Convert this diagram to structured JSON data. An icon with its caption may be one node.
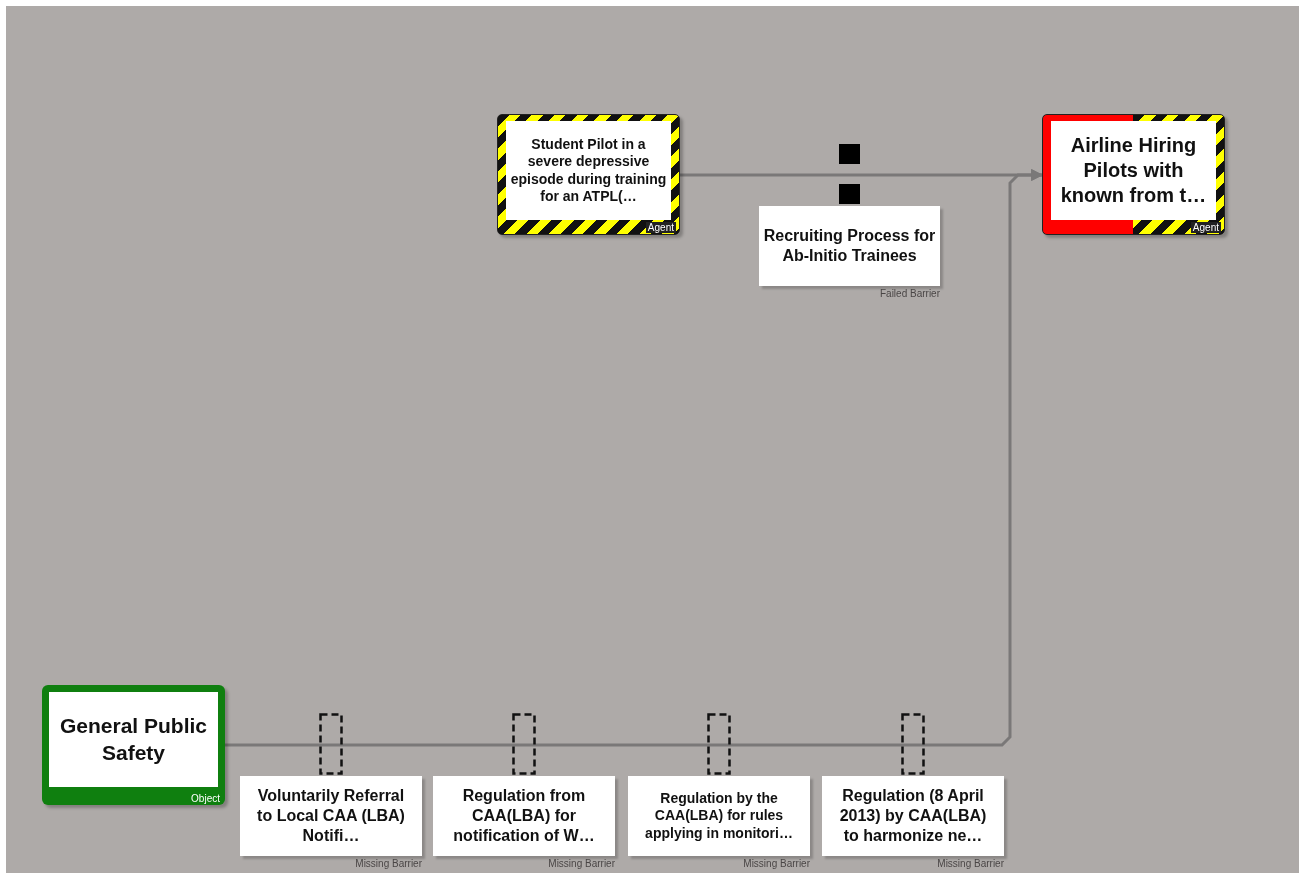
{
  "diagram": {
    "nodes": [
      {
        "text": [
          "Student Pilot in a severe depressive episode during training for an ATPL(…",
          "Agent"
        ]
      },
      {
        "text": [
          "Airline Hiring Pilots with known from t…",
          "Agent"
        ]
      },
      {
        "text": [
          "Recruiting Process for Ab-Initio Trainees"
        ],
        "beside": [
          "Failed Barrier"
        ]
      },
      {
        "text": [
          "General Public Safety",
          "Object"
        ]
      },
      {
        "text": [
          "Voluntarily Referral to Local CAA (LBA) Notifi…"
        ],
        "beside": [
          "Missing Barrier"
        ]
      },
      {
        "text": [
          "Regulation from CAA(LBA) for notification of W…"
        ],
        "beside": [
          "Missing Barrier"
        ]
      },
      {
        "text": [
          "Regulation by the CAA(LBA) for rules applying in monitori…"
        ],
        "beside": [
          "Missing Barrier"
        ]
      },
      {
        "text": [
          "Regulation (8 April 2013) by CAA(LBA) to harmonize ne…"
        ],
        "beside": [
          "Missing Barrier"
        ]
      }
    ],
    "edges": [
      {
        "from": 0,
        "to": 1,
        "arrow": "to"
      },
      {
        "from": 3,
        "to": 1,
        "arrow": "to"
      }
    ]
  }
}
